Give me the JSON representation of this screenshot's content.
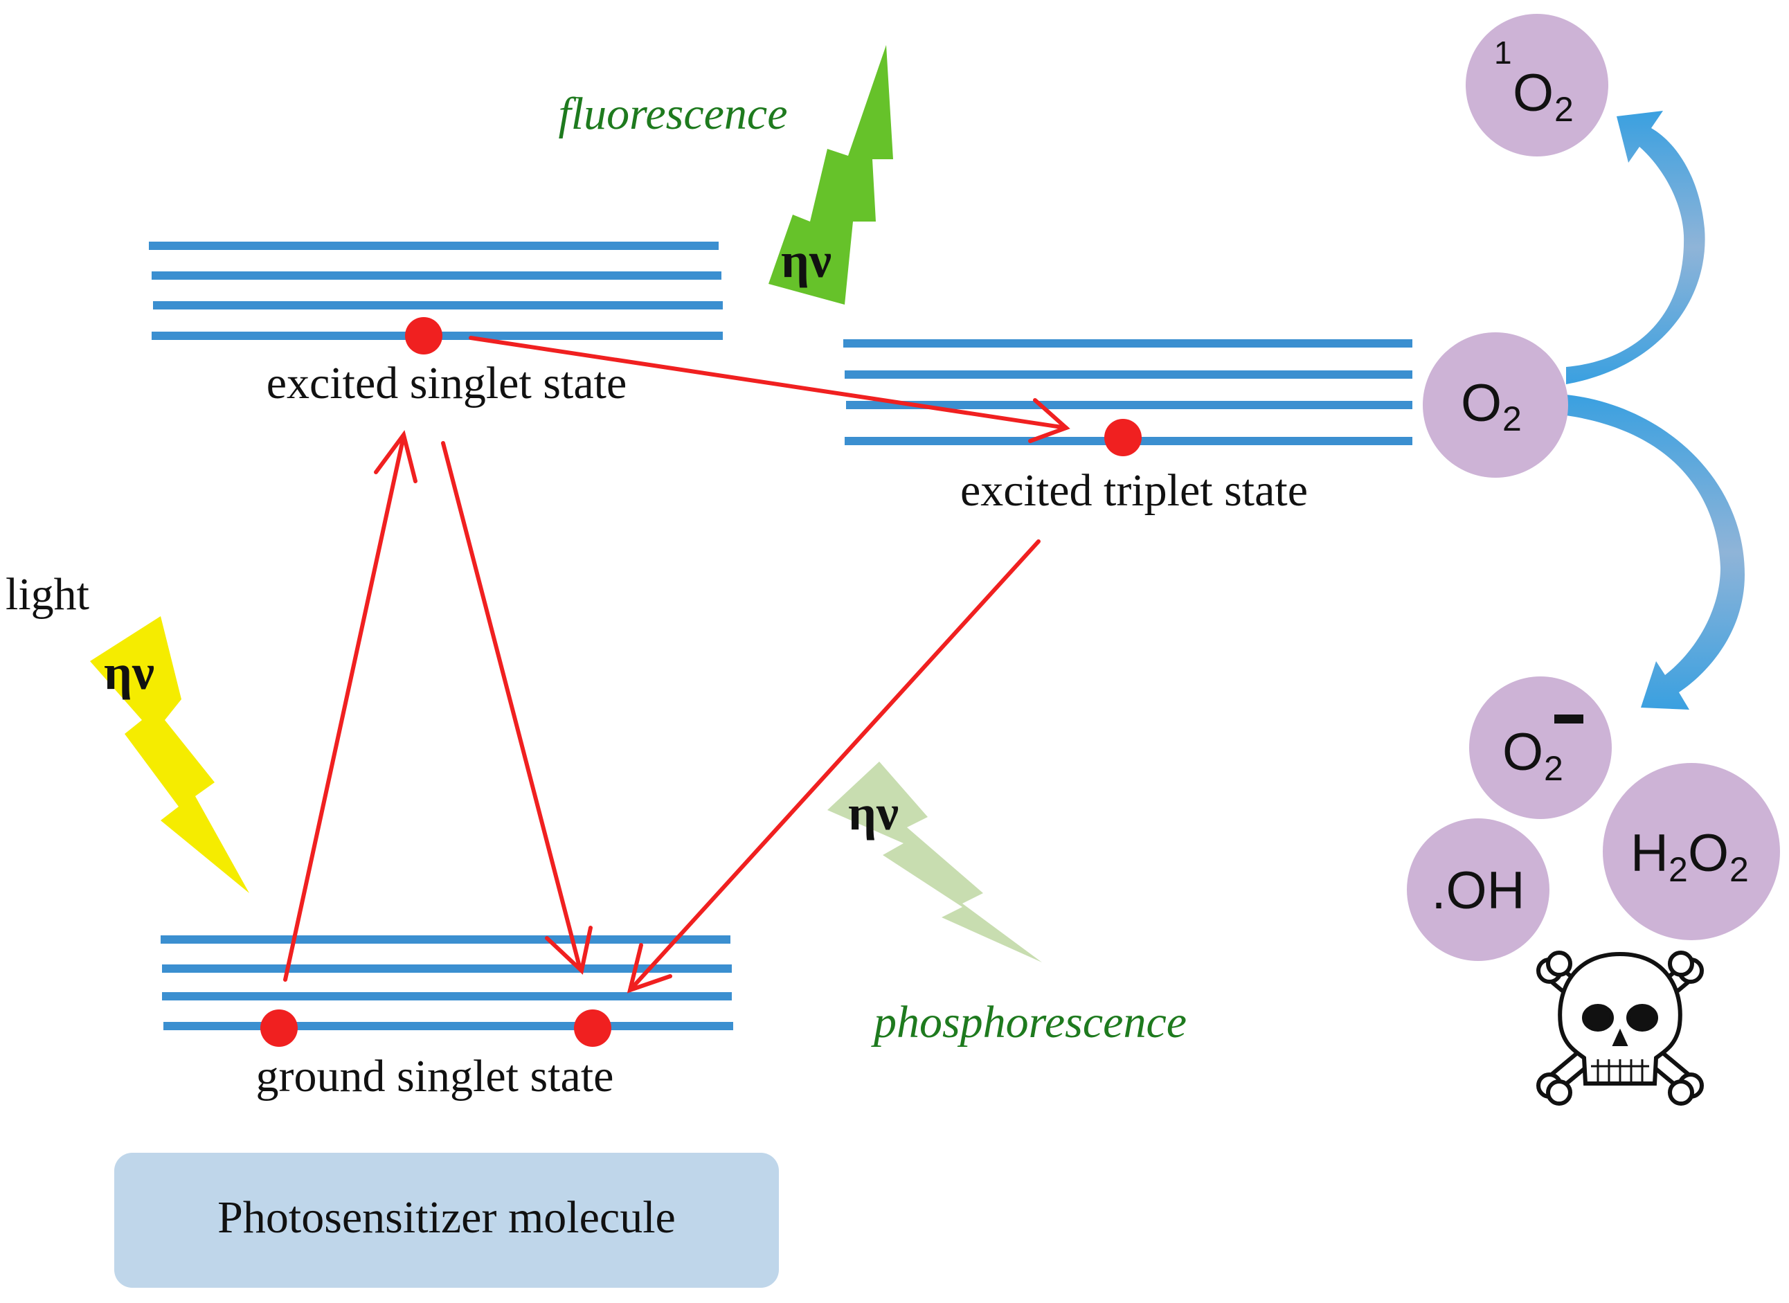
{
  "labels": {
    "fluorescence": "fluorescence",
    "phosphorescence": "phosphorescence",
    "excited_singlet": "excited singlet state",
    "excited_triplet": "excited triplet state",
    "ground_singlet": "ground singlet state",
    "light": "light",
    "photosensitizer": "Photosensitizer molecule"
  },
  "photon": {
    "symbol": "ην"
  },
  "species": {
    "singlet_oxygen": {
      "prefix": "1",
      "base": "O",
      "sub": "2"
    },
    "oxygen": {
      "base": "O",
      "sub": "2"
    },
    "superoxide": {
      "base": "O",
      "sub": "2",
      "charge": "−"
    },
    "hydroxyl": {
      "text": ".OH"
    },
    "peroxide": {
      "a": "H",
      "a_sub": "2",
      "b": "O",
      "b_sub": "2"
    }
  },
  "icons": [
    "lightning-bolt-icon",
    "skull-crossbones-icon",
    "curved-arrow-icon"
  ],
  "colors": {
    "level_line": "#3b8fd0",
    "electron": "#f02020",
    "transition_arrow": "#f02020",
    "species_circle": "#cdb3d6",
    "label_green": "#1e7a1e",
    "bolt_yellow": "#f5ec00",
    "bolt_green": "#66c22a",
    "bolt_pale_green": "#c8ddb0",
    "box_fill": "#bfd6ea",
    "curve_blue": "#4a98d6"
  }
}
